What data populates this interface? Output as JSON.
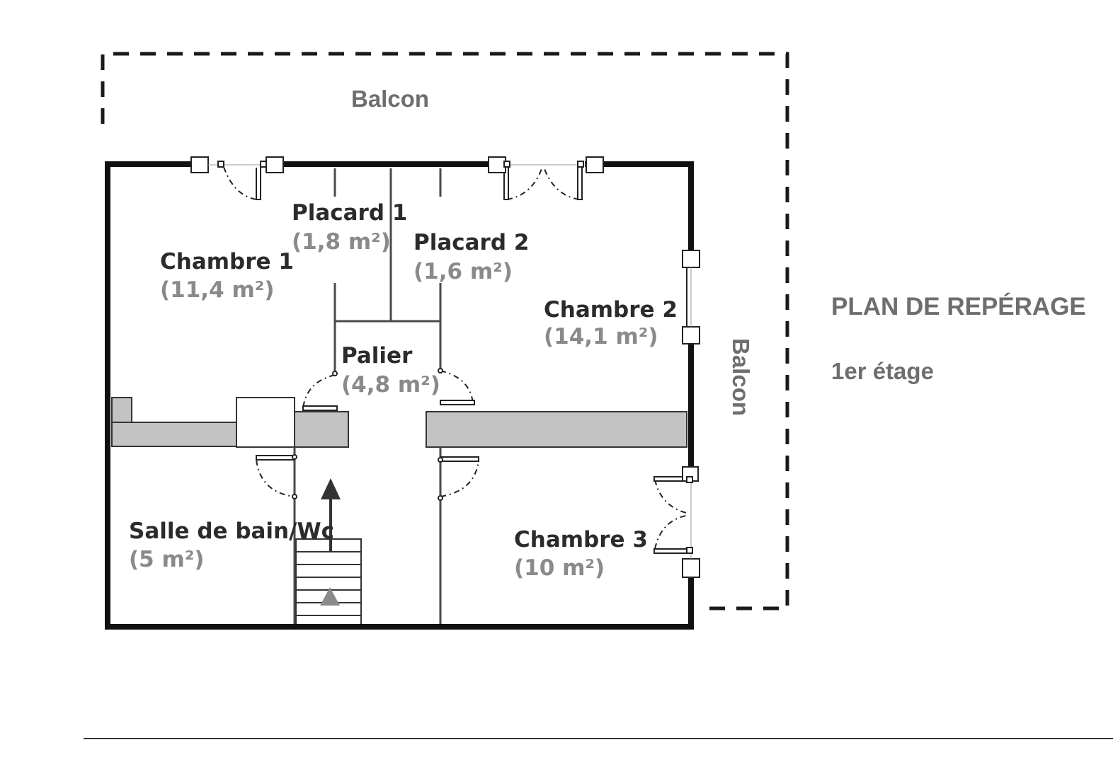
{
  "plan": {
    "title": "PLAN DE REPÉRAGE",
    "floor": "1er étage"
  },
  "balconies": {
    "top": "Balcon",
    "right": "Balcon"
  },
  "rooms": {
    "chambre1": {
      "name": "Chambre 1",
      "area": "(11,4 m²)"
    },
    "placard1": {
      "name": "Placard 1",
      "area": "(1,8 m²)"
    },
    "placard2": {
      "name": "Placard 2",
      "area": "(1,6 m²)"
    },
    "chambre2": {
      "name": "Chambre 2",
      "area": "(14,1 m²)"
    },
    "palier": {
      "name": "Palier",
      "area": "(4,8 m²)"
    },
    "salle_de_bain": {
      "name": "Salle de bain/Wc",
      "area": "(5 m²)"
    },
    "chambre3": {
      "name": "Chambre 3",
      "area": "(10 m²)"
    }
  },
  "colors": {
    "wall": "#111111",
    "partition": "#555555",
    "fill_grey": "#c3c3c3",
    "label_dark": "#2b2b2b",
    "label_grey": "#8a8a8a",
    "annotation": "#6e6e6e"
  }
}
